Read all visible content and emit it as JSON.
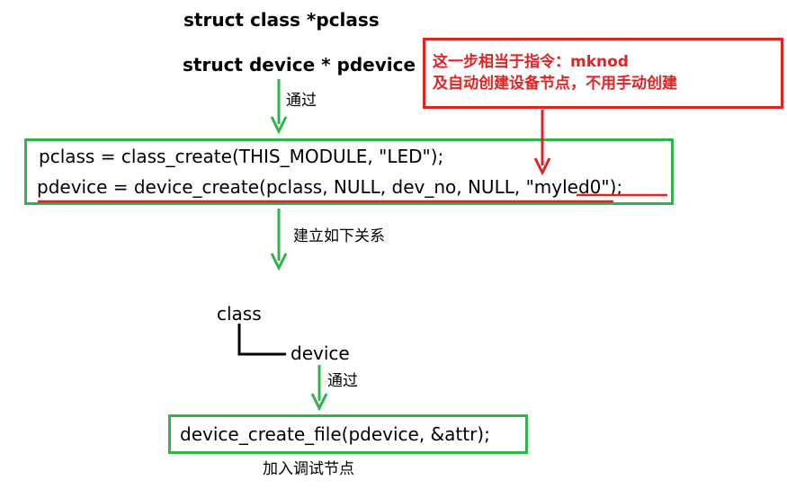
{
  "declarations": {
    "pclass": "struct class *pclass",
    "pdevice": "struct device * pdevice"
  },
  "arrow_labels": {
    "via_1": "通过",
    "establish": "建立如下关系",
    "via_2": "通过"
  },
  "callout": {
    "line1": "这一步相当于指令：mknod",
    "line2": "及自动创建设备节点，不用手动创建"
  },
  "code_block": {
    "line1": "pclass = class_create(THIS_MODULE, \"LED\");",
    "line2": "pdevice = device_create(pclass, NULL, dev_no, NULL, \"myled0\");"
  },
  "hierarchy": {
    "parent": "class",
    "child": "device"
  },
  "file_call": {
    "code": "device_create_file(pdevice,  &attr);",
    "caption": "加入调试节点"
  },
  "colors": {
    "green": "#2eb34a",
    "red": "#e32222"
  }
}
